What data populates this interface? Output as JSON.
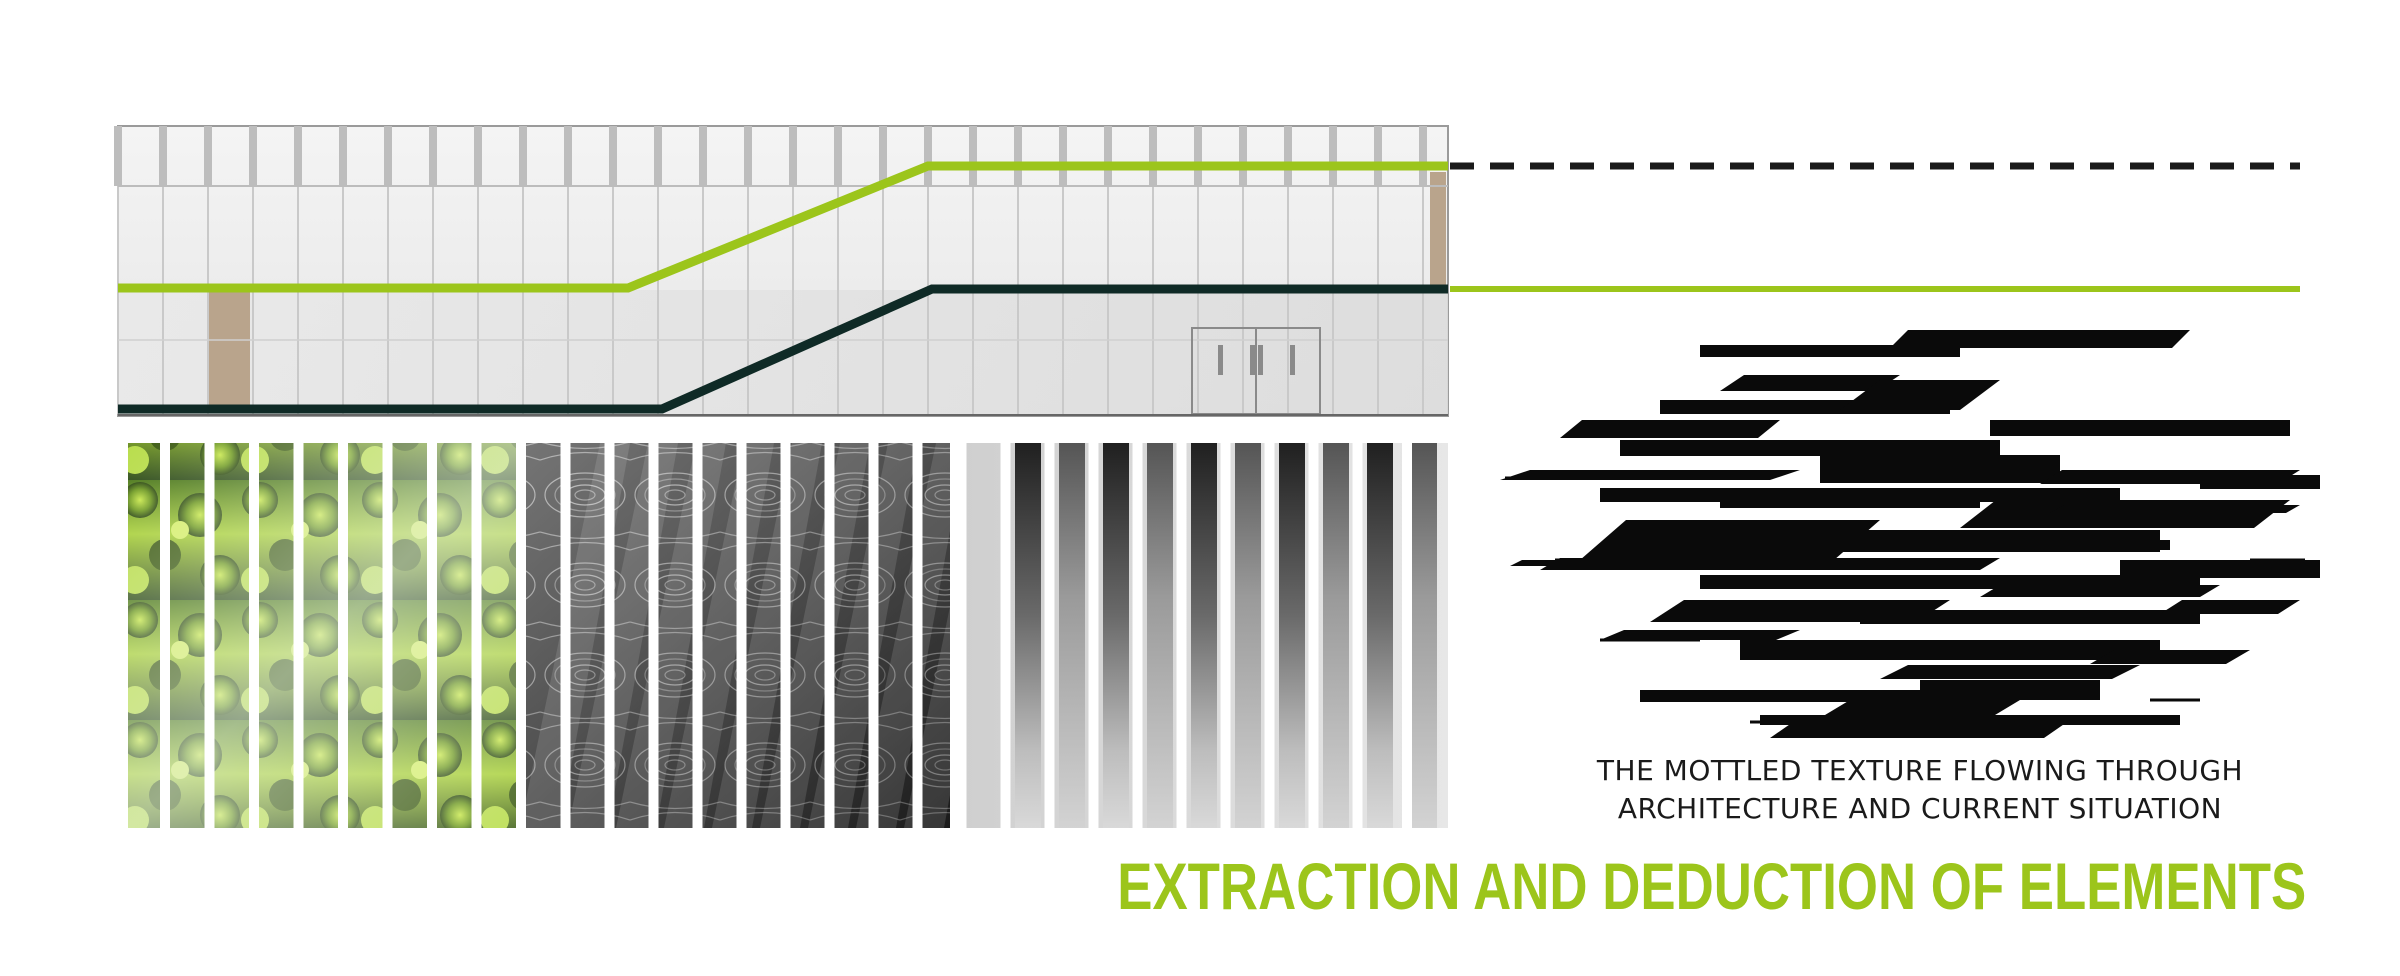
{
  "caption": {
    "line1": "THE MOTTLED TEXTURE FLOWING THROUGH",
    "line2": "ARCHITECTURE AND CURRENT SITUATION"
  },
  "title": "EXTRACTION AND DEDUCTION OF ELEMENTS",
  "colors": {
    "accent_green": "#9cc51b",
    "dark_line": "#0f2a26",
    "facade_frame": "#b9b9b9",
    "wood_panel": "#b9a48c",
    "graphic_black": "#0a0a0a"
  },
  "icons": [
    "facade-elevation",
    "forest-strip-icon",
    "wood-grain-strip-icon",
    "gradient-strip-icon",
    "abstract-flow-graphic"
  ]
}
